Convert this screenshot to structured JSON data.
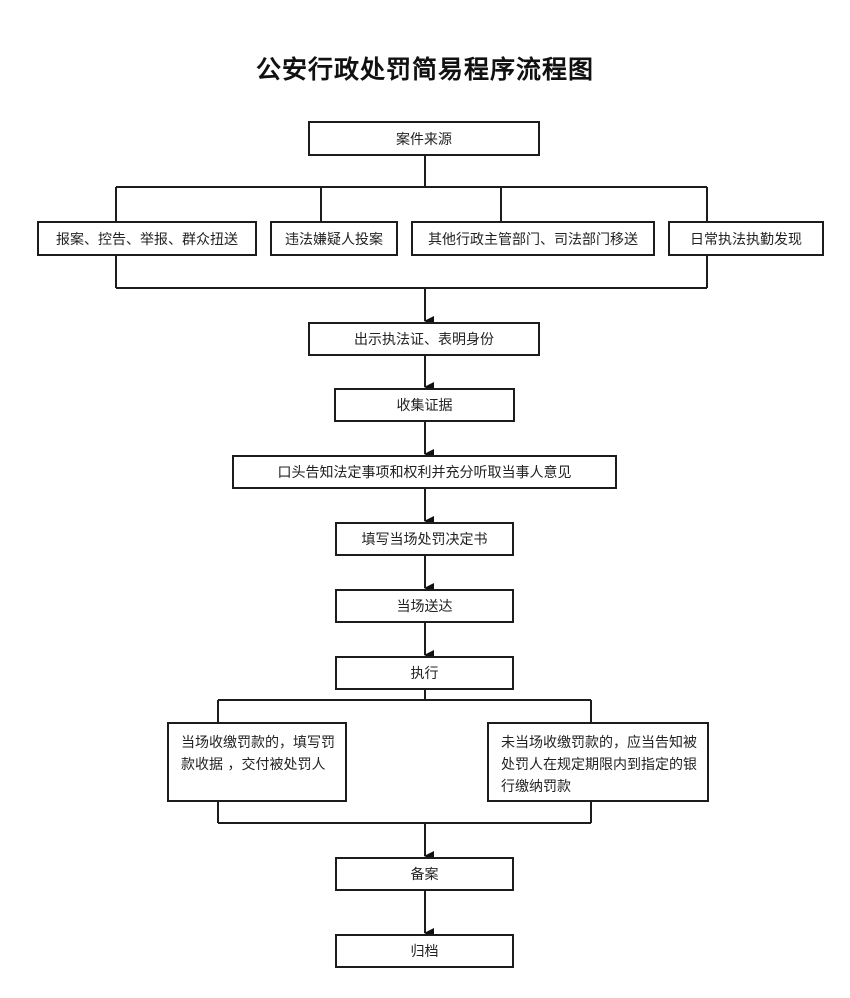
{
  "title": "公安行政处罚简易程序流程图",
  "nodes": {
    "case_source": "案件来源",
    "sources": [
      "报案、控告、举报、群众扭送",
      "违法嫌疑人投案",
      "其他行政主管部门、司法部门移送",
      "日常执法执勤发现"
    ],
    "show_credentials": "出示执法证、表明身份",
    "collect_evidence": "收集证据",
    "notify_rights": "口头告知法定事项和权利并充分听取当事人意见",
    "fill_decision": "填写当场处罚决定书",
    "deliver": "当场送达",
    "execute": "执行",
    "pay_on_spot": "当场收缴罚款的，填写罚款收据 ，交付被处罚人",
    "pay_at_bank": "未当场收缴罚款的，应当告知被处罚人在规定期限内到指定的银行缴纳罚款",
    "record": "备案",
    "archive": "归档"
  }
}
